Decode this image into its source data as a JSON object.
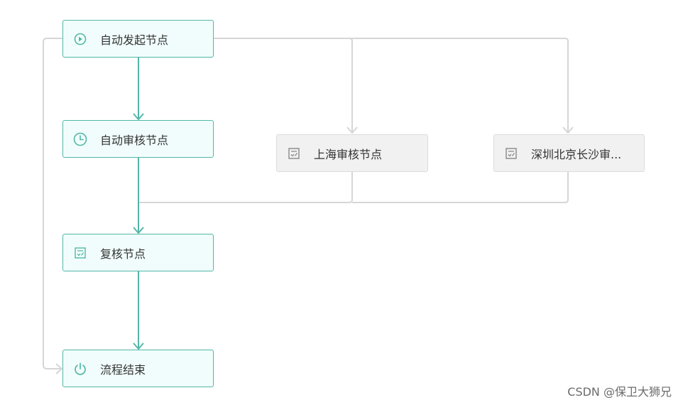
{
  "diagram": {
    "colors": {
      "active_border": "#52b7a7",
      "active_fill": "#f1fdfc",
      "active_edge": "#52b7a7",
      "inactive_border": "#dcdcdc",
      "inactive_fill": "#f1f1f1",
      "inactive_edge": "#d6d6d6",
      "inactive_icon": "#888888"
    },
    "nodes": {
      "start": {
        "label": "自动发起节点",
        "icon": "play-circle-icon",
        "status": "active"
      },
      "auto_review": {
        "label": "自动审核节点",
        "icon": "clock-icon",
        "status": "active"
      },
      "shanghai_review": {
        "label": "上海审核节点",
        "icon": "form-edit-icon",
        "status": "inactive"
      },
      "shenzhen_review": {
        "label": "深圳北京长沙审...",
        "icon": "form-edit-icon",
        "status": "inactive"
      },
      "recheck": {
        "label": "复核节点",
        "icon": "form-edit-icon",
        "status": "active"
      },
      "end": {
        "label": "流程结束",
        "icon": "power-icon",
        "status": "active"
      }
    },
    "edges": [
      {
        "from": "start",
        "to": "auto_review",
        "status": "active"
      },
      {
        "from": "auto_review",
        "to": "recheck",
        "status": "active"
      },
      {
        "from": "recheck",
        "to": "end",
        "status": "active"
      },
      {
        "from": "start",
        "to": "shanghai_review",
        "status": "inactive"
      },
      {
        "from": "start",
        "to": "shenzhen_review",
        "status": "inactive"
      },
      {
        "from": "shanghai_review",
        "to": "recheck",
        "status": "inactive"
      },
      {
        "from": "shenzhen_review",
        "to": "recheck",
        "status": "inactive"
      },
      {
        "from": "start",
        "to": "end",
        "status": "inactive"
      }
    ]
  },
  "watermark": "CSDN @保卫大狮兄"
}
